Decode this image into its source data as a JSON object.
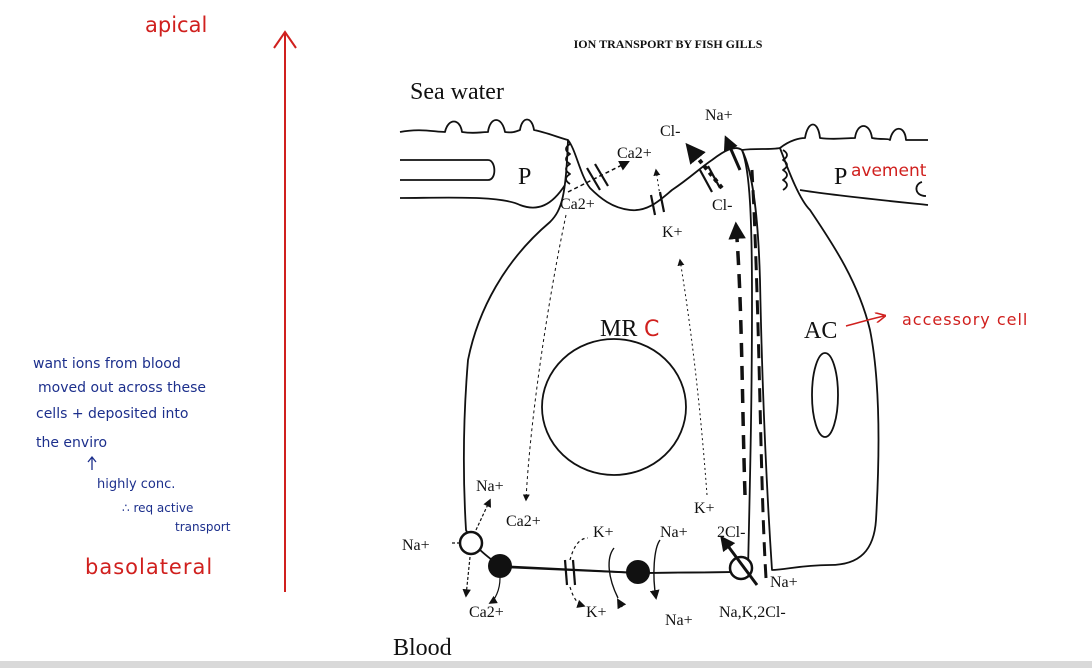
{
  "figure": {
    "title": "ION TRANSPORT BY FISH GILLS",
    "sea_water": "Sea water",
    "blood": "Blood",
    "cells": {
      "pavement_left": "P",
      "pavement_right": "P",
      "mrc": "MR",
      "ac": "AC"
    },
    "ions": {
      "na_top": "Na+",
      "cl_top": "Cl-",
      "ca_top": "Ca2+",
      "ca_inner": "Ca2+",
      "cl_inner": "Cl-",
      "k_inner": "K+",
      "na_lateral": "Na+",
      "ca_lateral": "Ca2+",
      "na_left": "Na+",
      "ca_bottom": "Ca2+",
      "k_upper": "K+",
      "na_pump_upper": "Na+",
      "k_mid": "K+",
      "two_cl": "2Cl-",
      "k_lower": "K+",
      "na_bottom": "Na+",
      "na_right_bottom": "Na+",
      "cotransporter": "Na,K,2Cl-"
    }
  },
  "annotations": {
    "apical": "apical",
    "basolateral": "basolateral",
    "pavement_suffix": "avement",
    "mrc_suffix": "C",
    "accessory": "accessory cell",
    "note_lines": [
      "want ions from blood",
      "moved out across these",
      "cells + deposited into",
      "the enviro"
    ],
    "note_highly": "highly conc.",
    "note_active_1": "∴ req active",
    "note_active_2": "transport"
  },
  "colors": {
    "ink": "#111111",
    "red": "#d0201e",
    "blue": "#1c2f8c"
  }
}
